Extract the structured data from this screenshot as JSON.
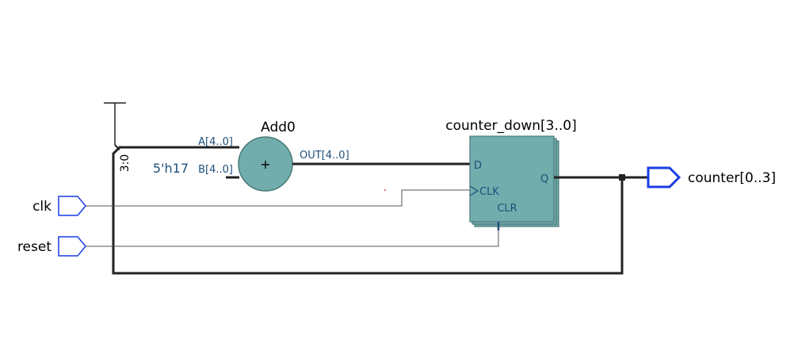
{
  "diagram": {
    "adder": {
      "name": "Add0",
      "port_a": "A[4..0]",
      "port_b": "B[4..0]",
      "port_out": "OUT[4..0]",
      "operator": "+",
      "constant": "5'h17"
    },
    "register": {
      "name": "counter_down[3..0]",
      "port_d": "D",
      "port_clk": "CLK",
      "port_clr": "CLR",
      "port_q": "Q"
    },
    "bus_slice": "3:0",
    "inputs": {
      "clk": "clk",
      "reset": "reset"
    },
    "output": "counter[0..3]"
  },
  "colors": {
    "block_fill": "#72adad",
    "block_border": "#4b7a7a",
    "port_blue": "#1a3ce6",
    "wire_dark": "#222222",
    "wire_thin": "#555555",
    "pin_blue": "#1f4e79"
  }
}
